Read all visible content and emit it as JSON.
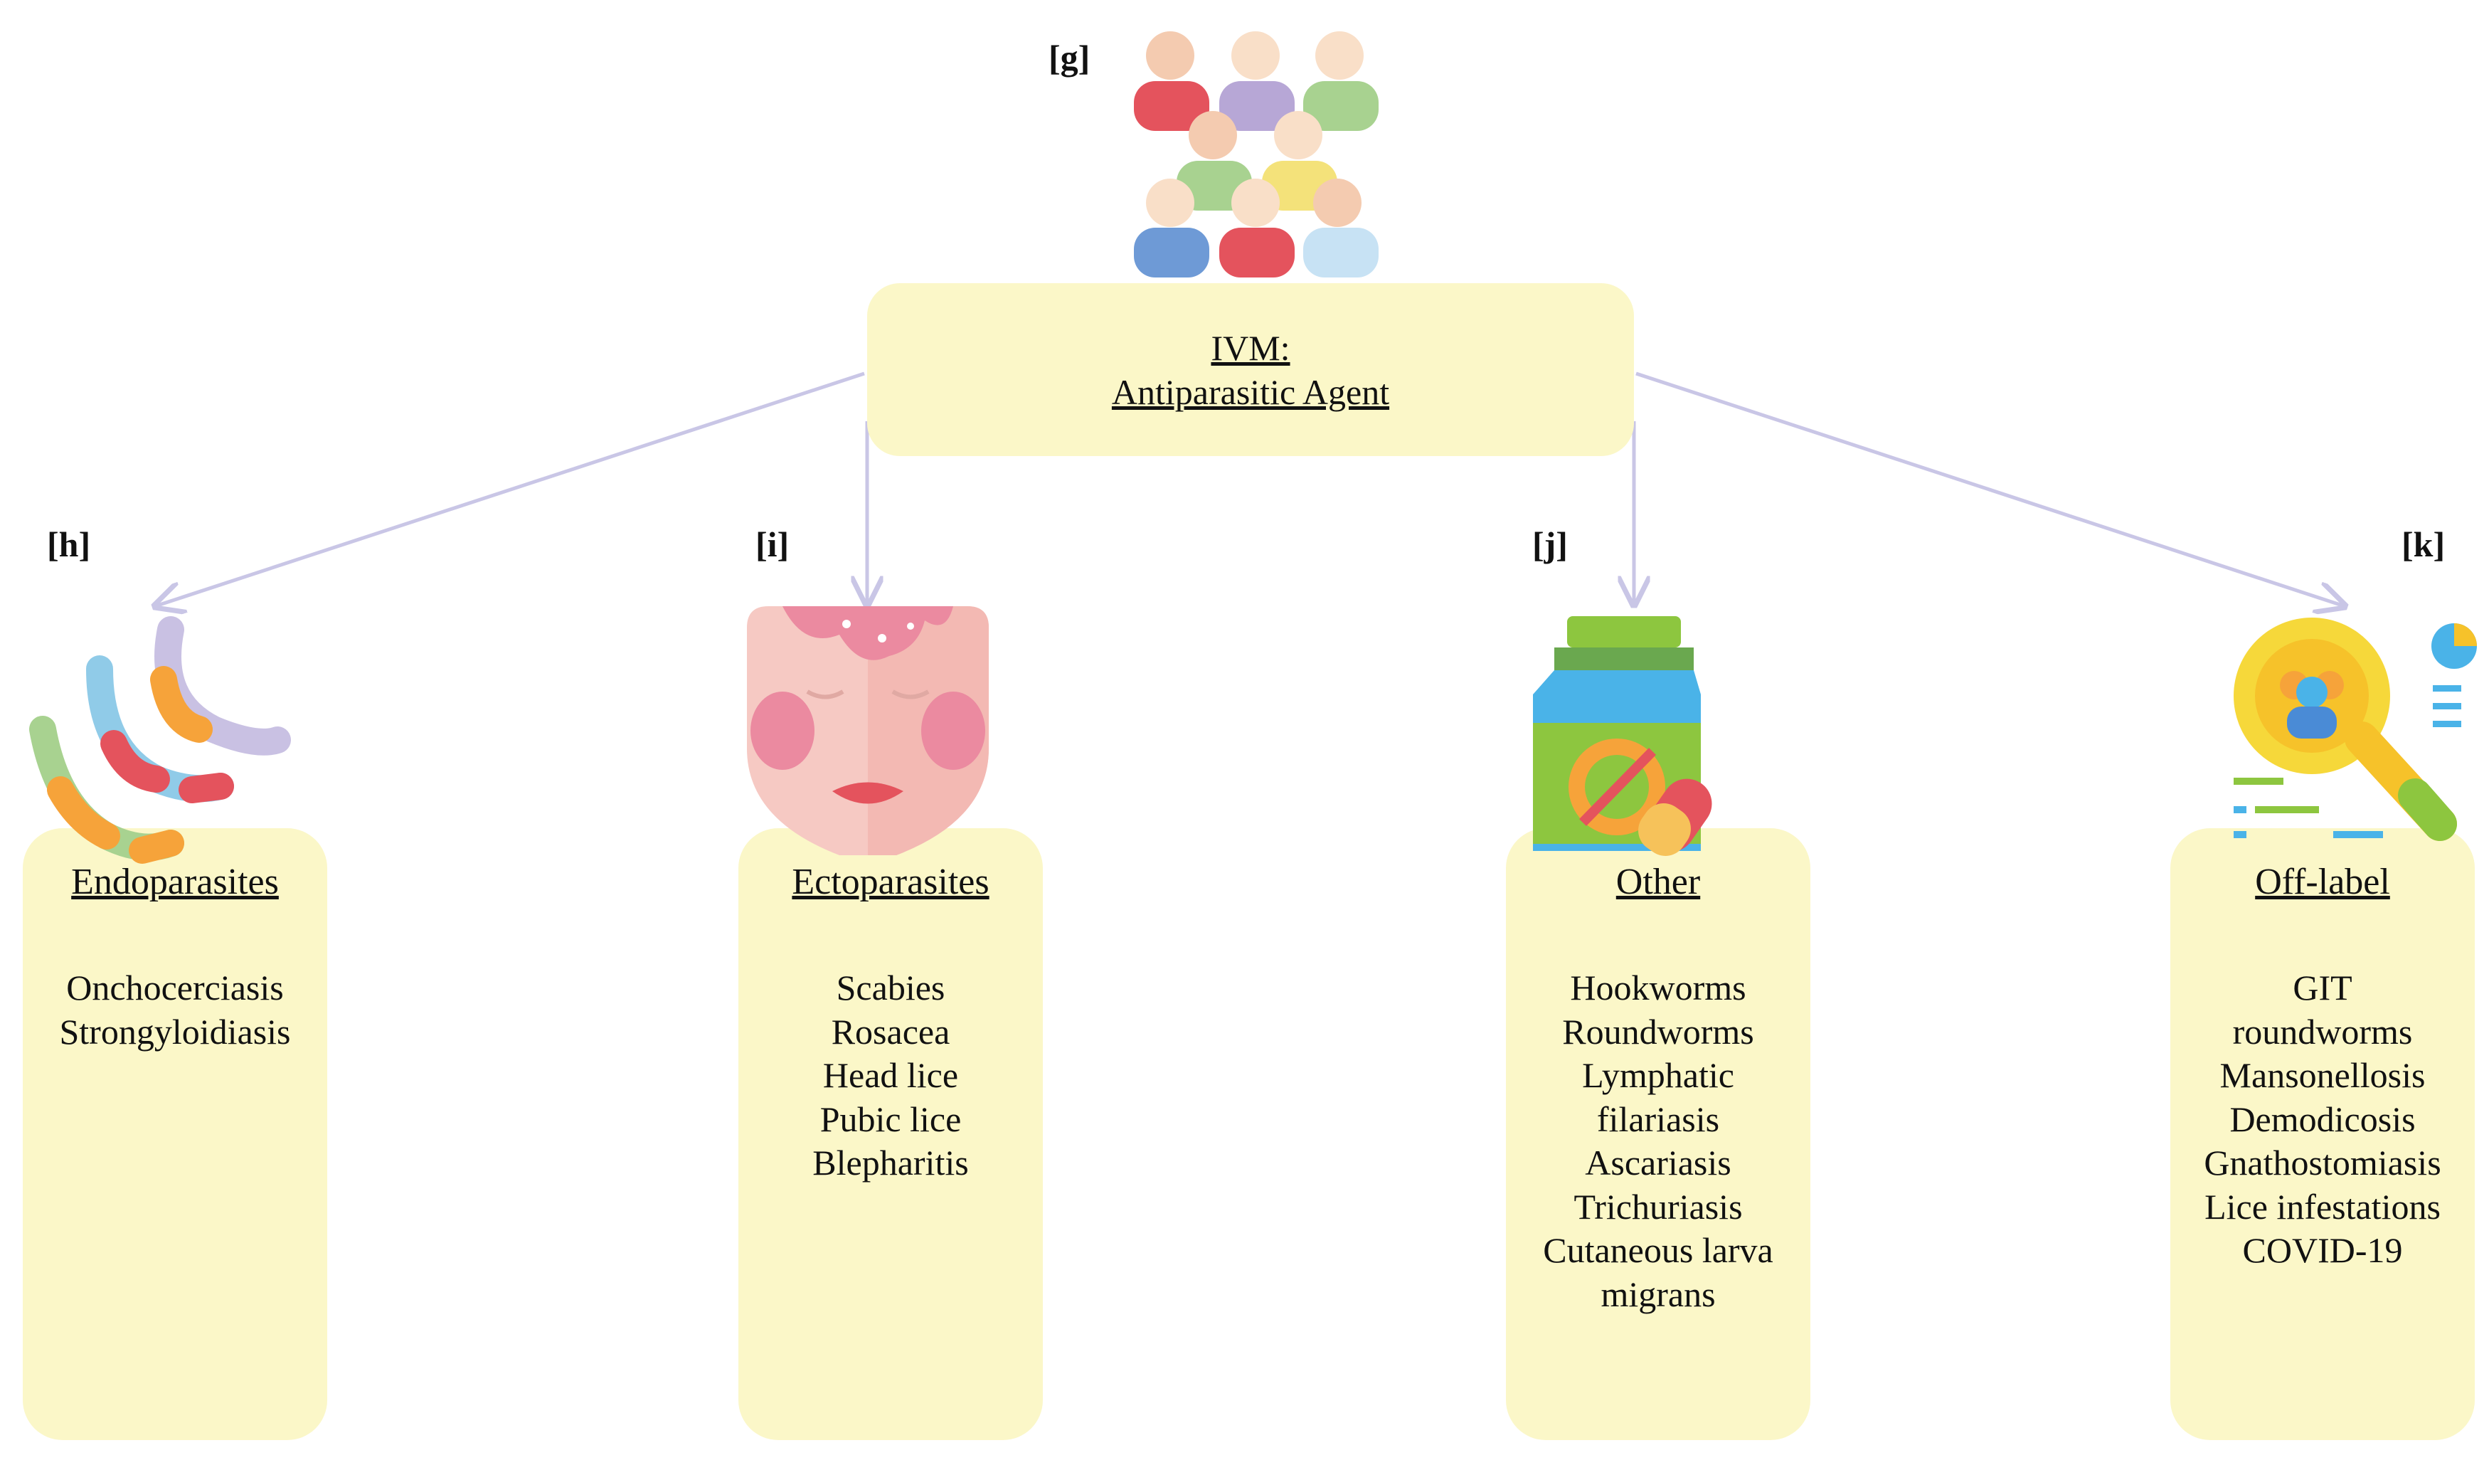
{
  "root": {
    "tag": "[g]",
    "title_line1": "IVM:",
    "title_line2": "Antiparasitic Agent"
  },
  "columns": [
    {
      "tag": "[h]",
      "title": "Endoparasites",
      "items": [
        "Onchocerciasis",
        "Strongyloidiasis"
      ],
      "icon": "worms-icon"
    },
    {
      "tag": "[i]",
      "title": "Ectoparasites",
      "items": [
        "Scabies",
        "Rosacea",
        "Head lice",
        "Pubic lice",
        "Blepharitis"
      ],
      "icon": "face-rash-icon"
    },
    {
      "tag": "[j]",
      "title": "Other",
      "items": [
        "Hookworms",
        "Roundworms",
        "Lymphatic",
        "filariasis",
        "Ascariasis",
        "Trichuriasis",
        "Cutaneous larva",
        "migrans"
      ],
      "icon": "medicine-bottle-icon"
    },
    {
      "tag": "[k]",
      "title": "Off-label",
      "items": [
        "GIT",
        "roundworms",
        "Mansonellosis",
        "Demodicosis",
        "Gnathostomiasis",
        "Lice infestations",
        "COVID-19"
      ],
      "icon": "population-analysis-icon"
    }
  ],
  "colors": {
    "box_fill": "#fbf7c8",
    "arrow": "#c9c6e6",
    "text": "#111111"
  }
}
